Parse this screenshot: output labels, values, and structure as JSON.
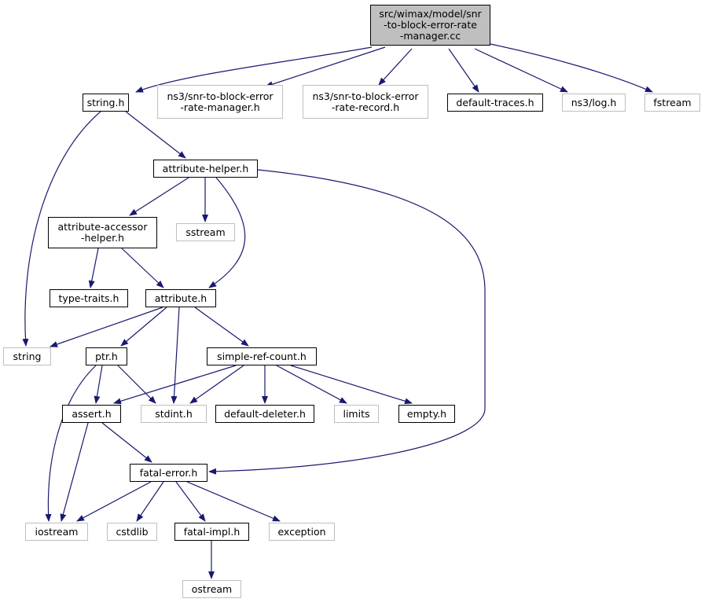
{
  "colors": {
    "edge": "#191970",
    "root_fill": "#bfbfbf",
    "dark_border": "#000000",
    "light_border": "#bfbfbf"
  },
  "nodes": {
    "root": "src/wimax/model/snr\n-to-block-error-rate\n-manager.cc",
    "string_h": "string.h",
    "snr_mgr_h": "ns3/snr-to-block-error\n-rate-manager.h",
    "snr_rec_h": "ns3/snr-to-block-error\n-rate-record.h",
    "default_traces_h": "default-traces.h",
    "log_h": "ns3/log.h",
    "fstream": "fstream",
    "attribute_helper_h": "attribute-helper.h",
    "attr_accessor_h": "attribute-accessor\n-helper.h",
    "sstream": "sstream",
    "type_traits_h": "type-traits.h",
    "attribute_h": "attribute.h",
    "string": "string",
    "ptr_h": "ptr.h",
    "simple_ref_count_h": "simple-ref-count.h",
    "assert_h": "assert.h",
    "stdint_h": "stdint.h",
    "default_deleter_h": "default-deleter.h",
    "limits": "limits",
    "empty_h": "empty.h",
    "fatal_error_h": "fatal-error.h",
    "iostream": "iostream",
    "cstdlib": "cstdlib",
    "fatal_impl_h": "fatal-impl.h",
    "exception": "exception",
    "ostream": "ostream"
  }
}
